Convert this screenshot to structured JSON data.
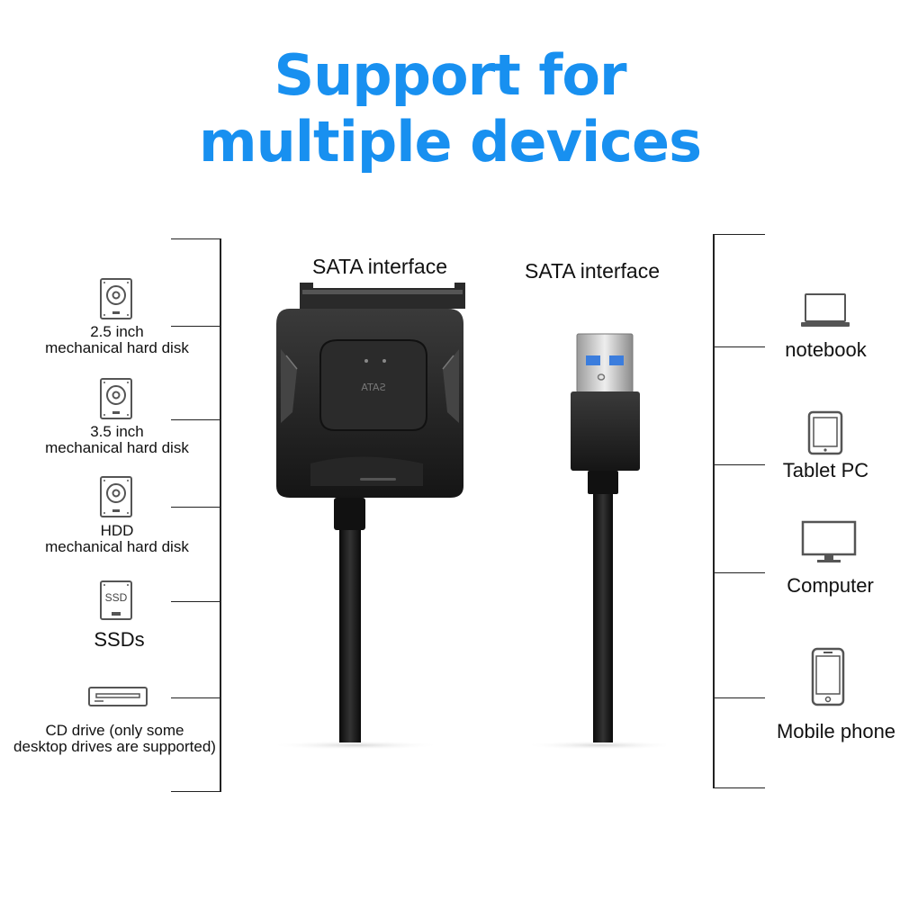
{
  "title": {
    "line1": "Support for",
    "line2": "multiple devices"
  },
  "product": {
    "sata_label": "SATA interface",
    "usb_label": "SATA interface",
    "chip_label": "SATA"
  },
  "left_devices": [
    {
      "icon": "hard-disk-icon",
      "line1": "2.5 inch",
      "line2": "mechanical hard disk"
    },
    {
      "icon": "hard-disk-icon",
      "line1": "3.5 inch",
      "line2": "mechanical hard disk"
    },
    {
      "icon": "hard-disk-icon",
      "line1": "HDD",
      "line2": "mechanical hard disk"
    },
    {
      "icon": "ssd-icon",
      "icon_text": "SSD",
      "line1": "SSDs"
    },
    {
      "icon": "cd-drive-icon",
      "line1": "CD drive (only some",
      "line2": "desktop drives are supported)"
    }
  ],
  "right_devices": [
    {
      "icon": "laptop-icon",
      "label": "notebook"
    },
    {
      "icon": "tablet-icon",
      "label": "Tablet PC"
    },
    {
      "icon": "monitor-icon",
      "label": "Computer"
    },
    {
      "icon": "phone-icon",
      "label": "Mobile phone"
    }
  ]
}
